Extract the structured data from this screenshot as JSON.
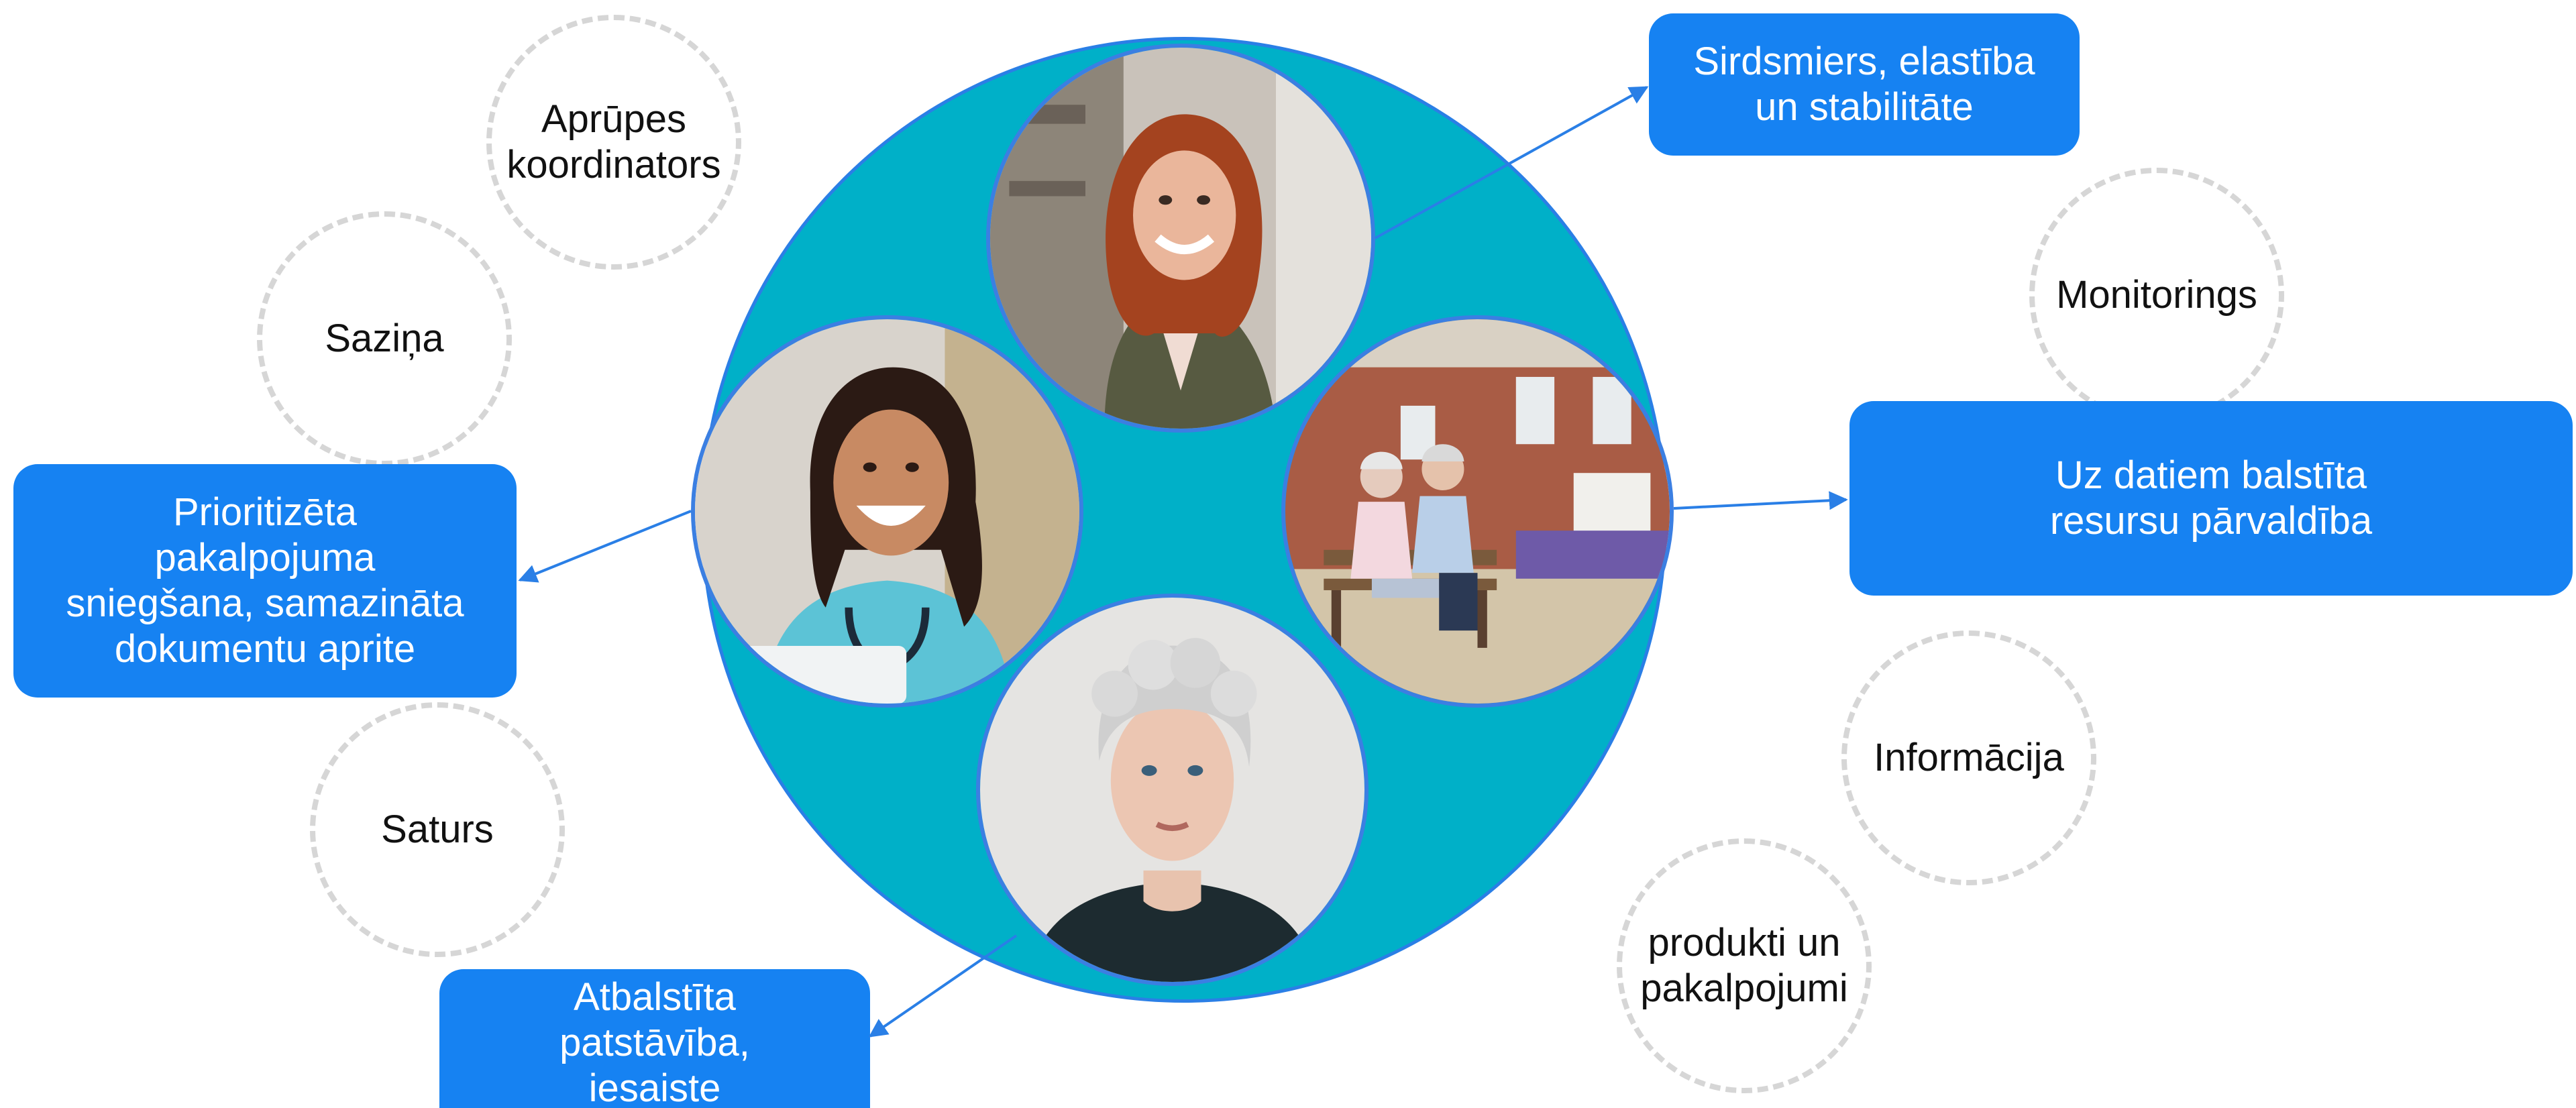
{
  "colors": {
    "teal_circle": "#00b0c8",
    "box_blue": "#1682f2",
    "arrow_blue": "#2a7fe6",
    "dashed_gray": "#d6d6d6"
  },
  "concepts": [
    {
      "id": "care-coordinator",
      "label": "Aprūpes\nkoordinators"
    },
    {
      "id": "communication",
      "label": "Saziņa"
    },
    {
      "id": "content",
      "label": "Saturs"
    },
    {
      "id": "monitoring",
      "label": "Monitorings"
    },
    {
      "id": "information",
      "label": "Informācija"
    },
    {
      "id": "products-services",
      "label": "produkti un\npakalpojumi"
    }
  ],
  "outcomes": [
    {
      "id": "peace-of-mind",
      "label": "Sirdsmiers, elastība\nun stabilitāte"
    },
    {
      "id": "data-driven",
      "label": "Uz datiem balstīta\nresursu pārvaldība"
    },
    {
      "id": "prioritized-service",
      "label": "Prioritizēta\npakalpojuma\nsniegšana, samazināta\ndokumentu aprite"
    },
    {
      "id": "supported-independence",
      "label": "Atbalstīta\npatstāvība,\niesaiste"
    }
  ],
  "photos": [
    {
      "id": "family-member",
      "icon": "smiling-woman-photo"
    },
    {
      "id": "nurse",
      "icon": "nurse-with-stethoscope-photo"
    },
    {
      "id": "seniors-bench",
      "icon": "senior-couple-on-bench-photo"
    },
    {
      "id": "elderly-woman",
      "icon": "elderly-woman-portrait-photo"
    }
  ]
}
